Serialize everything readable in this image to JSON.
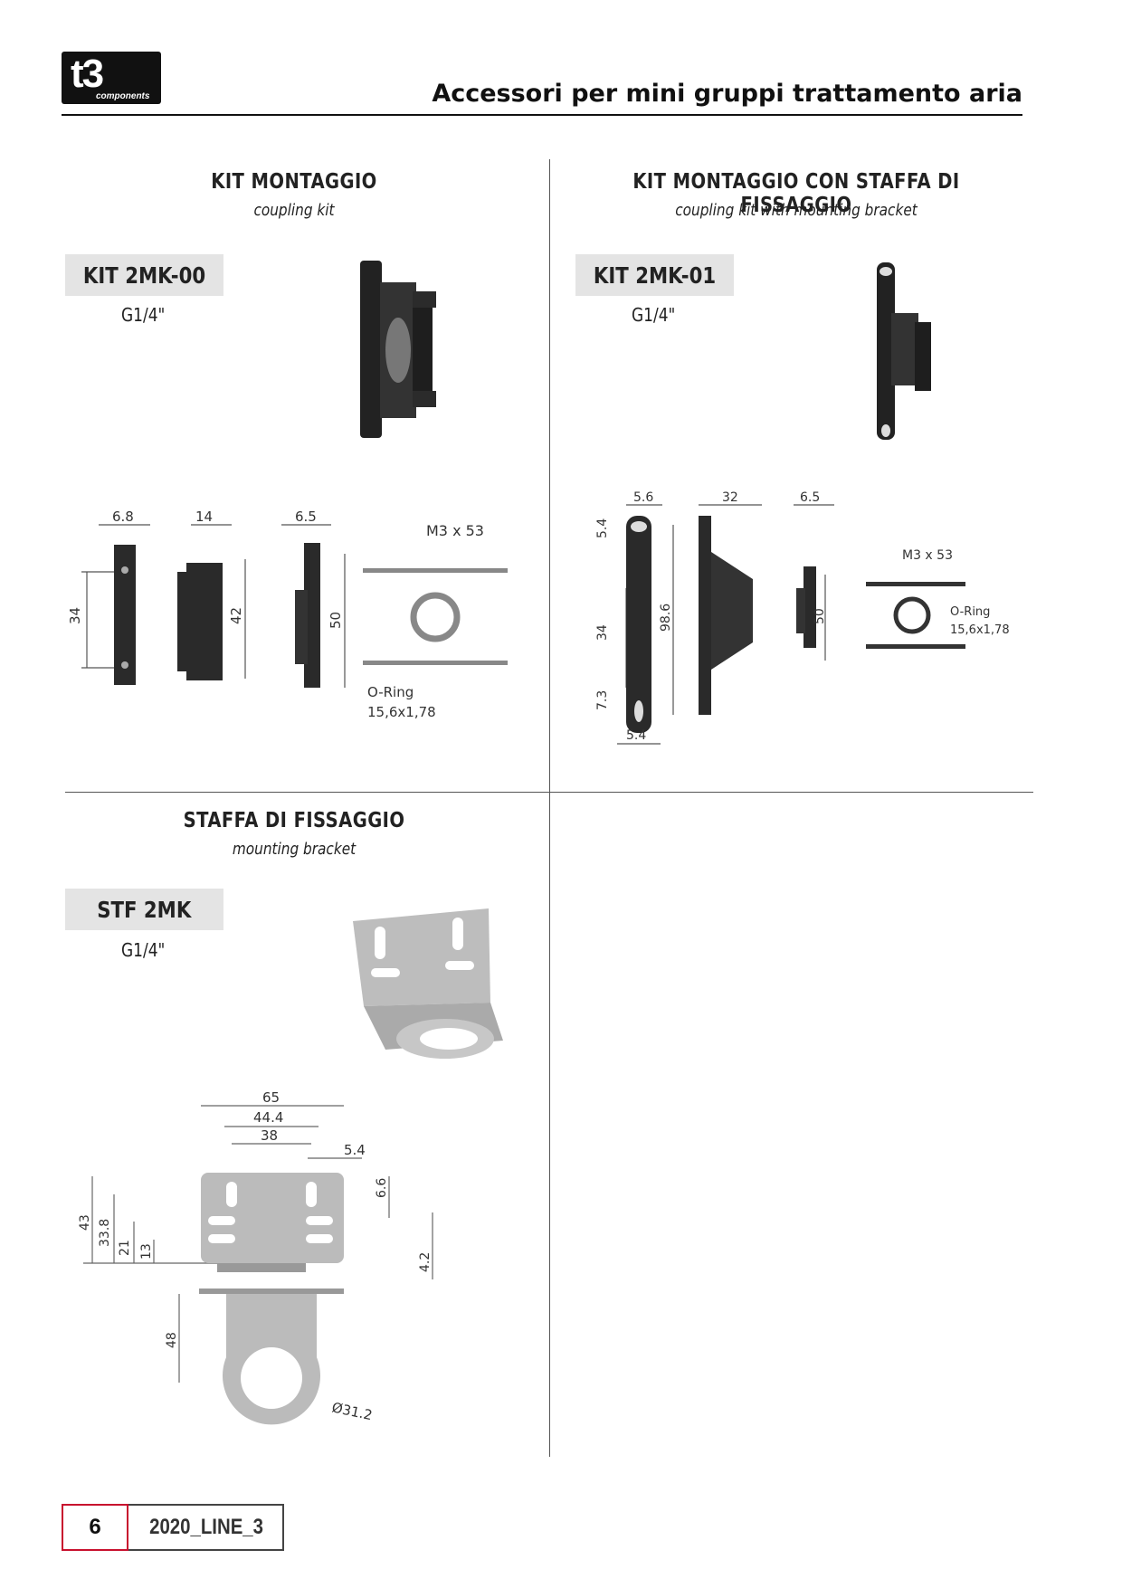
{
  "header": {
    "logo_main": "t3",
    "logo_sub": "components",
    "title": "Accessori per mini gruppi trattamento aria"
  },
  "sections": [
    {
      "title": "KIT MONTAGGIO",
      "subtitle": "coupling kit",
      "code": "KIT 2MK-00",
      "thread": "G1/4\"",
      "dims": {
        "d1": "6.8",
        "d2": "14",
        "d3": "6.5",
        "h1": "34",
        "h2": "42",
        "h3": "50",
        "screw": "M3 x 53",
        "oring1": "O-Ring",
        "oring2": "15,6x1,78"
      }
    },
    {
      "title": "KIT MONTAGGIO CON STAFFA DI FISSAGGIO",
      "subtitle": "coupling kit with mounting bracket",
      "code": "KIT 2MK-01",
      "thread": "G1/4\"",
      "dims": {
        "d1": "5.6",
        "d2": "32",
        "d3": "6.5",
        "d4": "5.4",
        "d5": "5.4",
        "h1": "34",
        "h2": "98.6",
        "h3": "7.3",
        "h4": "50",
        "screw": "M3 x 53",
        "oring1": "O-Ring",
        "oring2": "15,6x1,78"
      }
    },
    {
      "title": "STAFFA DI FISSAGGIO",
      "subtitle": "mounting bracket",
      "code": "STF 2MK",
      "thread": "G1/4\"",
      "dims": {
        "w1": "65",
        "w2": "44.4",
        "w3": "38",
        "w4": "5.4",
        "h1": "43",
        "h2": "33.8",
        "h3": "21",
        "h4": "13",
        "h5": "6.6",
        "h6": "4.2",
        "h7": "48",
        "dia": "Ø31.2"
      }
    }
  ],
  "footer": {
    "page_number": "6",
    "catalog": "2020_LINE_3"
  }
}
